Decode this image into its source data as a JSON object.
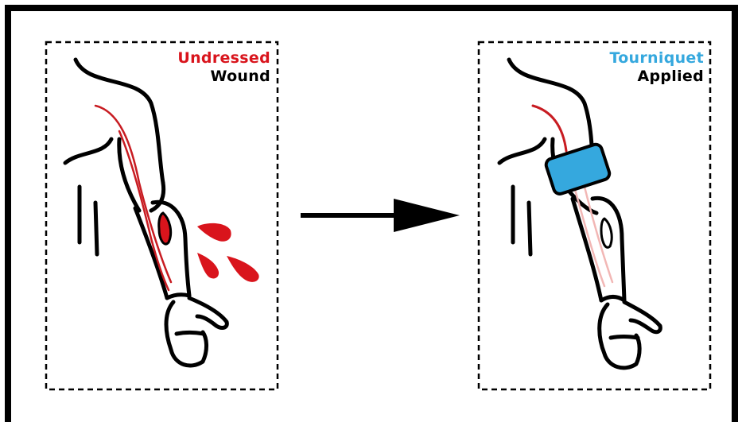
{
  "colors": {
    "frame": "#000000",
    "wound_red": "#d9141c",
    "vein_red": "#c81c22",
    "vein_faded": "#f2b7b5",
    "tourniquet_blue": "#35a8de",
    "ink": "#000000"
  },
  "left_panel": {
    "label_line1": "Undressed",
    "label_line2": "Wound",
    "label_line1_color": "#d9141c"
  },
  "right_panel": {
    "label_line1": "Tourniquet",
    "label_line2": "Applied",
    "label_line1_color": "#35a8de"
  },
  "arrow": {
    "icon": "right-arrow-icon"
  },
  "icons": {
    "left": "bleeding-arm-icon",
    "right": "tourniqueted-arm-icon"
  }
}
